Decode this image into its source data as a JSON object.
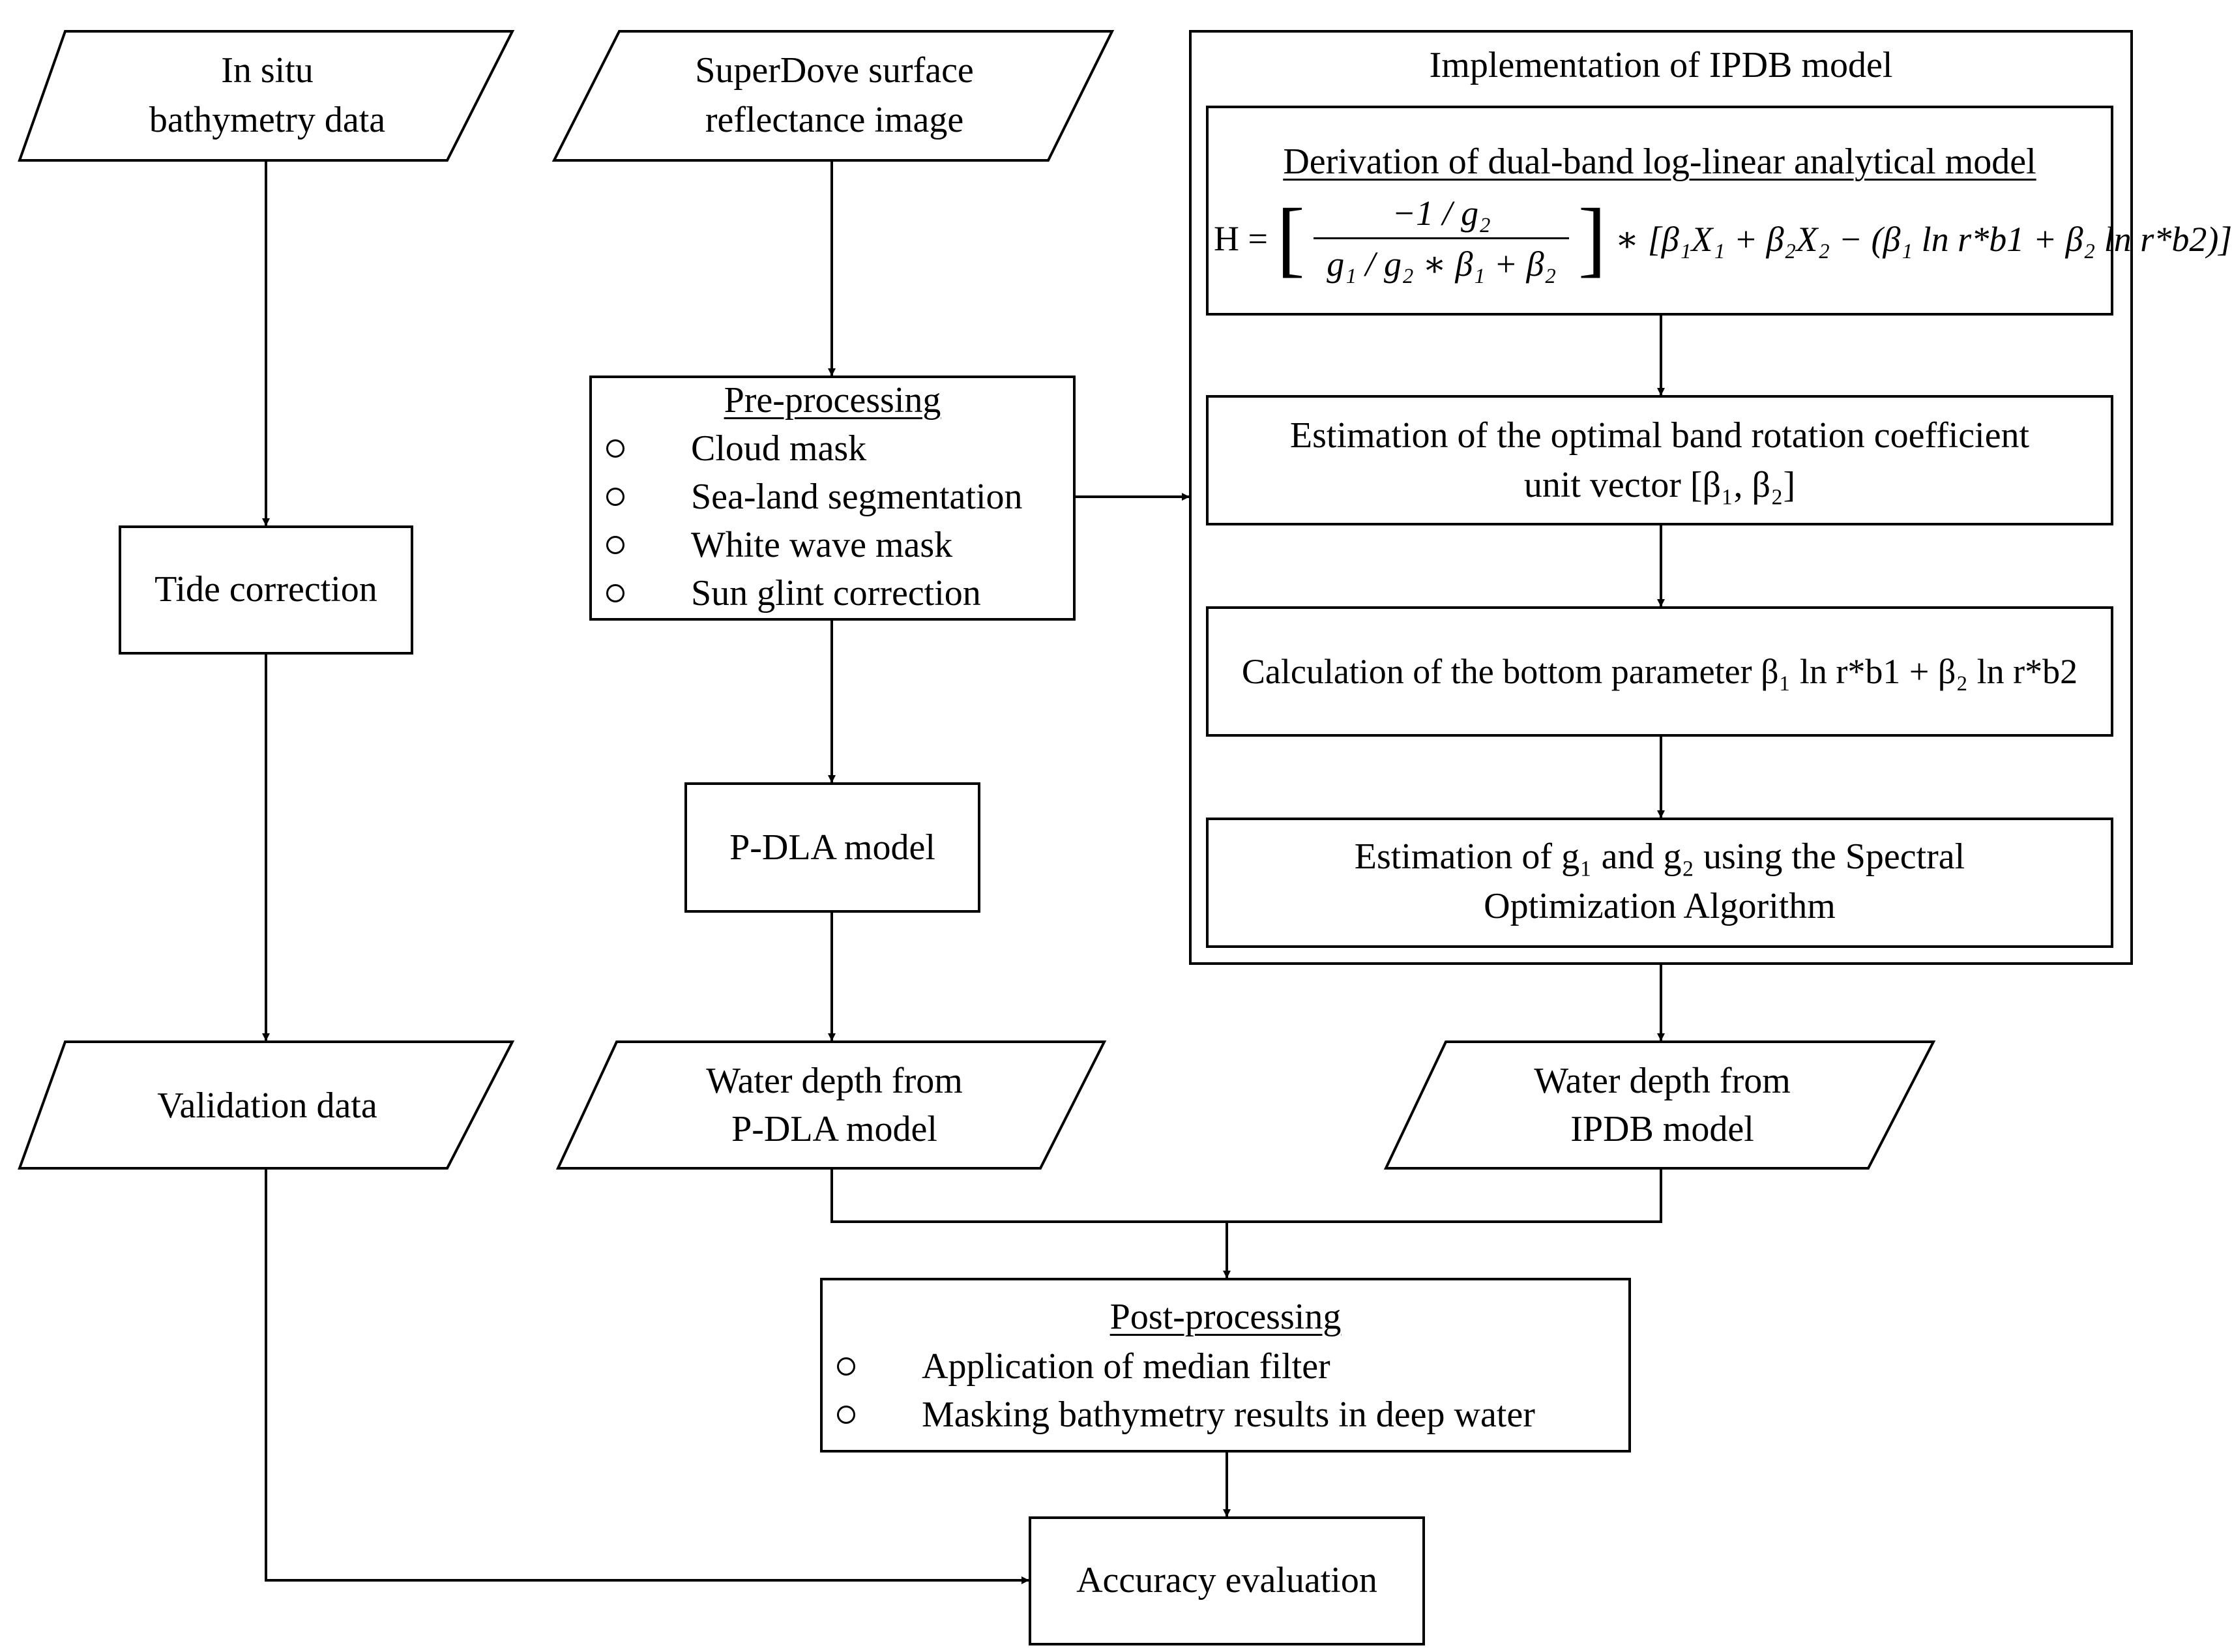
{
  "inputs": {
    "insitu": [
      "In situ",
      "bathymetry data"
    ],
    "superdove": [
      "SuperDove surface",
      "reflectance image"
    ]
  },
  "tide_correction": "Tide correction",
  "validation_data": "Validation data",
  "preprocessing": {
    "title": "Pre-processing",
    "items": [
      "Cloud mask",
      "Sea-land segmentation",
      "White wave mask",
      "Sun glint correction"
    ]
  },
  "pdla_model": "P-DLA model",
  "water_depth_pdla": [
    "Water depth from",
    "P-DLA model"
  ],
  "ipdb": {
    "title": "Implementation of IPDB model",
    "derivation_title": "Derivation of dual-band log-linear analytical model",
    "equation": {
      "lhs": "H =",
      "num": "−1 / g₂",
      "den": "g₁ / g₂ ∗ β₁ + β₂",
      "rhs": "∗ [β₁X₁ + β₂X₂ − (β₁ ln r*b1 + β₂ ln r*b2)]"
    },
    "step2": [
      "Estimation of the optimal band rotation coefficient",
      "unit vector [β₁, β₂]"
    ],
    "step3": "Calculation of the bottom parameter β₁ ln r*b1 + β₂ ln r*b2",
    "step4": [
      "Estimation of g₁ and g₂ using the Spectral",
      "Optimization Algorithm"
    ]
  },
  "water_depth_ipdb": [
    "Water depth from",
    "IPDB model"
  ],
  "postprocessing": {
    "title": "Post-processing",
    "items": [
      "Application of median filter",
      "Masking bathymetry results in deep water"
    ]
  },
  "accuracy": "Accuracy evaluation"
}
